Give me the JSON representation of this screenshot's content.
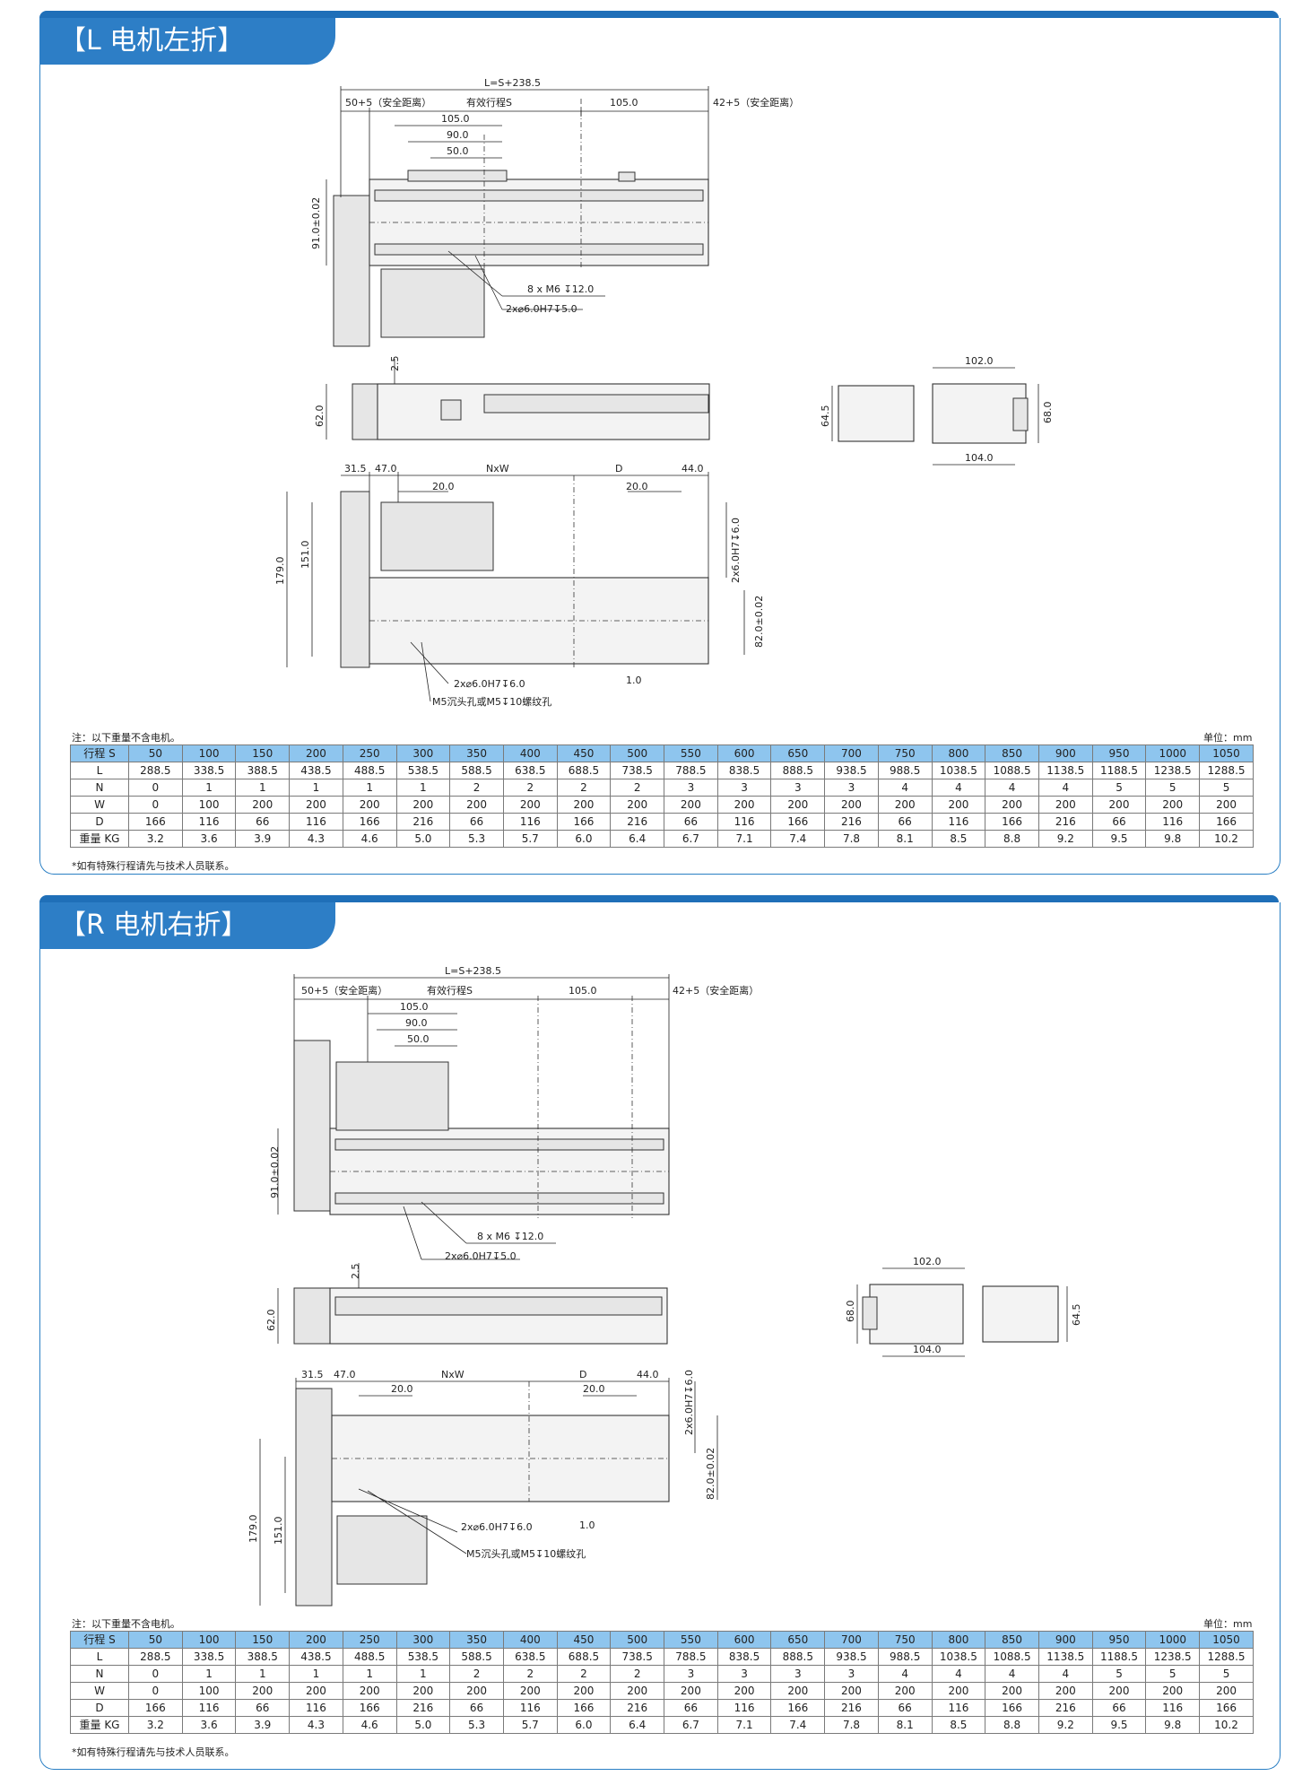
{
  "sections": [
    {
      "title": "【L 电机左折】",
      "labels": {
        "total_length": "L=S+238.5",
        "safety_left": "50+5（安全距离）",
        "stroke": "有效行程S",
        "safety_right": "42+5（安全距离）",
        "d105a": "105.0",
        "d105b": "105.0",
        "d90": "90.0",
        "d50": "50.0",
        "h91": "91.0±0.02",
        "screw_note": "8 x  M6 ↧12.0",
        "pin_note_top": "2x⌀6.0H7↧5.0",
        "d2_5": "2.5",
        "h62": "62.0",
        "w102": "102.0",
        "w104": "104.0",
        "h64_5": "64.5",
        "h68": "68.0",
        "d31_5": "31.5",
        "d47": "47.0",
        "nxw": "NxW",
        "dD": "D",
        "d44": "44.0",
        "d20a": "20.0",
        "d20b": "20.0",
        "h179": "179.0",
        "h151": "151.0",
        "pin_side": "2x6.0H7↧6.0",
        "h82": "82.0±0.02",
        "pin_note_bottom": "2x⌀6.0H7↧6.0",
        "d1_0": "1.0",
        "m5_note": "M5沉头孔或M5↧10螺纹孔"
      },
      "note": "注：以下重量不含电机。",
      "unit": "单位：mm",
      "footnote": "*如有特殊行程请先与技术人员联系。"
    },
    {
      "title": "【R 电机右折】",
      "labels": {
        "total_length": "L=S+238.5",
        "safety_left": "50+5（安全距离）",
        "stroke": "有效行程S",
        "safety_right": "42+5（安全距离）",
        "d105a": "105.0",
        "d105b": "105.0",
        "d90": "90.0",
        "d50": "50.0",
        "h91": "91.0±0.02",
        "screw_note": "8 x  M6 ↧12.0",
        "pin_note_top": "2x⌀6.0H7↧5.0",
        "d2_5": "2.5",
        "h62": "62.0",
        "w102": "102.0",
        "w104": "104.0",
        "h64_5": "64.5",
        "h68": "68.0",
        "d31_5": "31.5",
        "d47": "47.0",
        "nxw": "NxW",
        "dD": "D",
        "d44": "44.0",
        "d20a": "20.0",
        "d20b": "20.0",
        "h179": "179.0",
        "h151": "151.0",
        "pin_side": "2x6.0H7↧6.0",
        "h82": "82.0±0.02",
        "pin_note_bottom": "2x⌀6.0H7↧6.0",
        "d1_0": "1.0",
        "m5_note": "M5沉头孔或M5↧10螺纹孔"
      },
      "note": "注：以下重量不含电机。",
      "unit": "单位：mm",
      "footnote": "*如有特殊行程请先与技术人员联系。"
    }
  ],
  "table": {
    "rows": [
      {
        "label": "行程 S",
        "values": [
          "50",
          "100",
          "150",
          "200",
          "250",
          "300",
          "350",
          "400",
          "450",
          "500",
          "550",
          "600",
          "650",
          "700",
          "750",
          "800",
          "850",
          "900",
          "950",
          "1000",
          "1050"
        ]
      },
      {
        "label": "L",
        "values": [
          "288.5",
          "338.5",
          "388.5",
          "438.5",
          "488.5",
          "538.5",
          "588.5",
          "638.5",
          "688.5",
          "738.5",
          "788.5",
          "838.5",
          "888.5",
          "938.5",
          "988.5",
          "1038.5",
          "1088.5",
          "1138.5",
          "1188.5",
          "1238.5",
          "1288.5"
        ]
      },
      {
        "label": "N",
        "values": [
          "0",
          "1",
          "1",
          "1",
          "1",
          "1",
          "2",
          "2",
          "2",
          "2",
          "3",
          "3",
          "3",
          "3",
          "4",
          "4",
          "4",
          "4",
          "5",
          "5",
          "5"
        ]
      },
      {
        "label": "W",
        "values": [
          "0",
          "100",
          "200",
          "200",
          "200",
          "200",
          "200",
          "200",
          "200",
          "200",
          "200",
          "200",
          "200",
          "200",
          "200",
          "200",
          "200",
          "200",
          "200",
          "200",
          "200"
        ]
      },
      {
        "label": "D",
        "values": [
          "166",
          "116",
          "66",
          "116",
          "166",
          "216",
          "66",
          "116",
          "166",
          "216",
          "66",
          "116",
          "166",
          "216",
          "66",
          "116",
          "166",
          "216",
          "66",
          "116",
          "166"
        ]
      },
      {
        "label": "重量 KG",
        "values": [
          "3.2",
          "3.6",
          "3.9",
          "4.3",
          "4.6",
          "5.0",
          "5.3",
          "5.7",
          "6.0",
          "6.4",
          "6.7",
          "7.1",
          "7.4",
          "7.8",
          "8.1",
          "8.5",
          "8.8",
          "9.2",
          "9.5",
          "9.8",
          "10.2"
        ]
      }
    ]
  },
  "colors": {
    "accent": "#2d7ec6",
    "header_cell": "#8ec5ee",
    "border": "#2a7fc4"
  }
}
